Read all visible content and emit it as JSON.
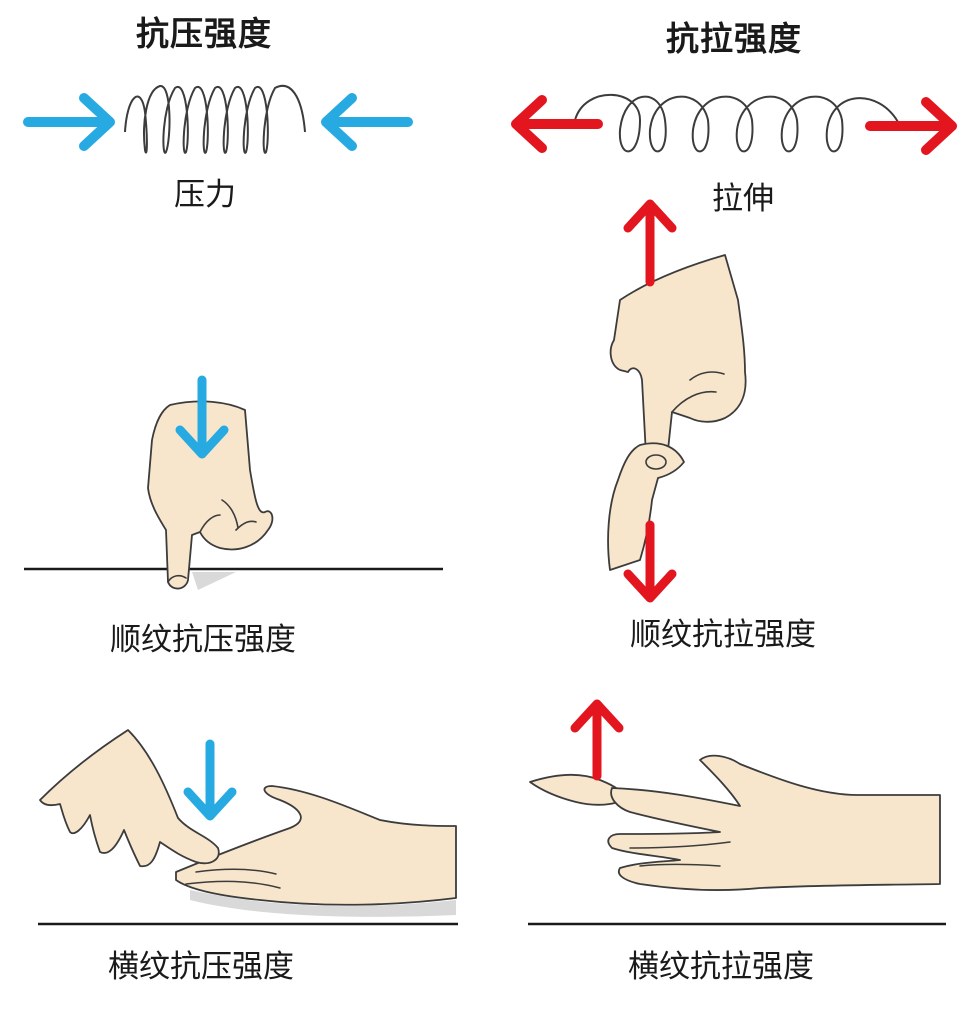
{
  "headings": {
    "compressive": "抗压强度",
    "tensile": "抗拉强度"
  },
  "spring_labels": {
    "compression": "压力",
    "tension": "拉伸"
  },
  "panels": {
    "parallel_compression": "顺纹抗压强度",
    "parallel_tension": "顺纹抗拉强度",
    "perpendicular_compression": "横纹抗压强度",
    "perpendicular_tension": "横纹抗拉强度"
  },
  "colors": {
    "compression_arrow": "#27aae1",
    "tension_arrow": "#e3151f",
    "skin": "#f7e6cc",
    "outline": "#3c3c3c",
    "shadow": "#d9d9d9",
    "baseline": "#1a1a1a"
  },
  "icons": {
    "spring": "coil-spring-icon",
    "hand": "hand-illustration"
  }
}
